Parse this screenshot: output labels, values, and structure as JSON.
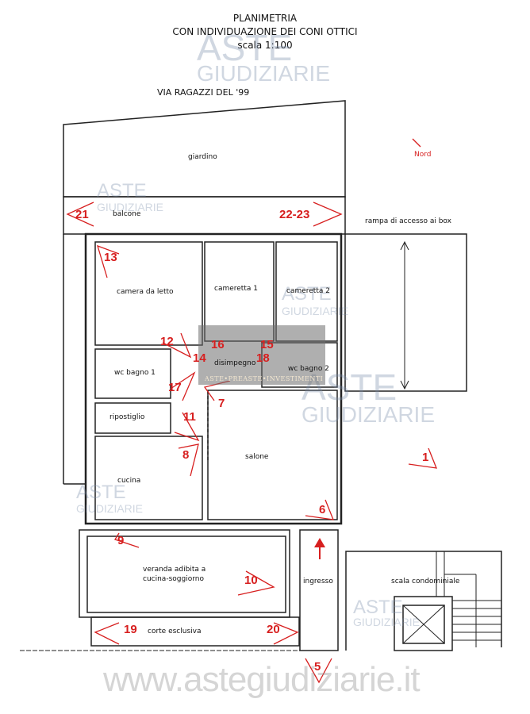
{
  "header": {
    "title_line1": "PLANIMETRIA",
    "title_line2": "CON INDIVIDUAZIONE DEI CONI OTTICI",
    "scale": "scala 1:100",
    "street": "VIA RAGAZZI DEL '99"
  },
  "north_label": "Nord",
  "rooms": {
    "giardino": "giardino",
    "balcone": "balcone",
    "rampa": "rampa di accesso ai box",
    "camera": "camera da letto",
    "cameretta1": "cameretta 1",
    "cameretta2": "cameretta 2",
    "disimpegno": "disimpegno",
    "wc1": "wc bagno 1",
    "wc2": "wc bagno 2",
    "ripostiglio": "ripostiglio",
    "cucina": "cucina",
    "salone": "salone",
    "veranda_l1": "veranda adibita a",
    "veranda_l2": "cucina-soggiorno",
    "ingresso": "ingresso",
    "corte": "corte esclusiva",
    "scala": "scala condominiale"
  },
  "viewpoints": [
    "1",
    "5",
    "6",
    "7",
    "8",
    "9",
    "10",
    "11",
    "12",
    "13",
    "14",
    "15",
    "16",
    "17",
    "18",
    "19",
    "20",
    "21",
    "22-23"
  ],
  "watermark": {
    "aste": "ASTE",
    "giudiziarie": "GIUDIZIARIE",
    "site": "www.astegiudiziarie.it",
    "logo_text": "ASTE•PREASTE•INVESTIMENTI"
  },
  "colors": {
    "marker": "#d71f1f",
    "wall": "#222222"
  }
}
